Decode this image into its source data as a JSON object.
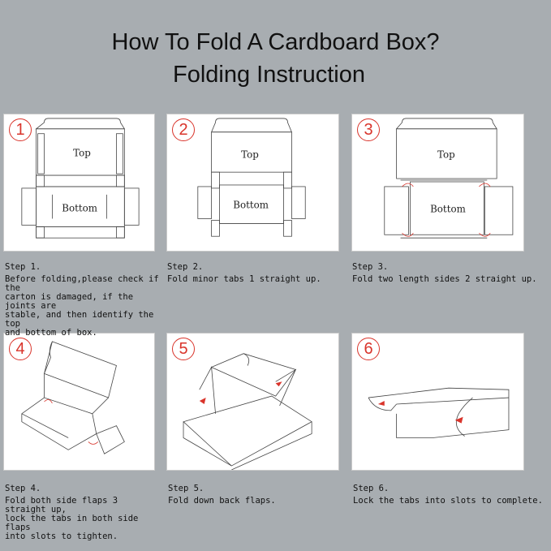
{
  "title": "How To Fold A Cardboard Box?",
  "subtitle": "Folding Instruction",
  "panels": [
    {
      "num": "1",
      "step": "Step 1.",
      "desc": "Before folding,please check if the\ncarton is damaged, if the joints are\nstable, and then identify the top\nand bottom of box.",
      "top_label": "Top",
      "bottom_label": "Bottom"
    },
    {
      "num": "2",
      "step": "Step 2.",
      "desc": "Fold minor tabs 1 straight up.",
      "top_label": "Top",
      "bottom_label": "Bottom"
    },
    {
      "num": "3",
      "step": "Step 3.",
      "desc": "Fold two length sides 2 straight up.",
      "top_label": "Top",
      "bottom_label": "Bottom"
    },
    {
      "num": "4",
      "step": "Step 4.",
      "desc": "Fold both side flaps 3 straight up,\nlock the tabs in both side flaps\ninto slots to tighten."
    },
    {
      "num": "5",
      "step": "Step 5.",
      "desc": "Fold down back flaps."
    },
    {
      "num": "6",
      "step": "Step 6.",
      "desc": "Lock the tabs into slots to complete."
    }
  ],
  "colors": {
    "background": "#a8adb1",
    "accent": "#d9342b",
    "line": "#444444"
  }
}
